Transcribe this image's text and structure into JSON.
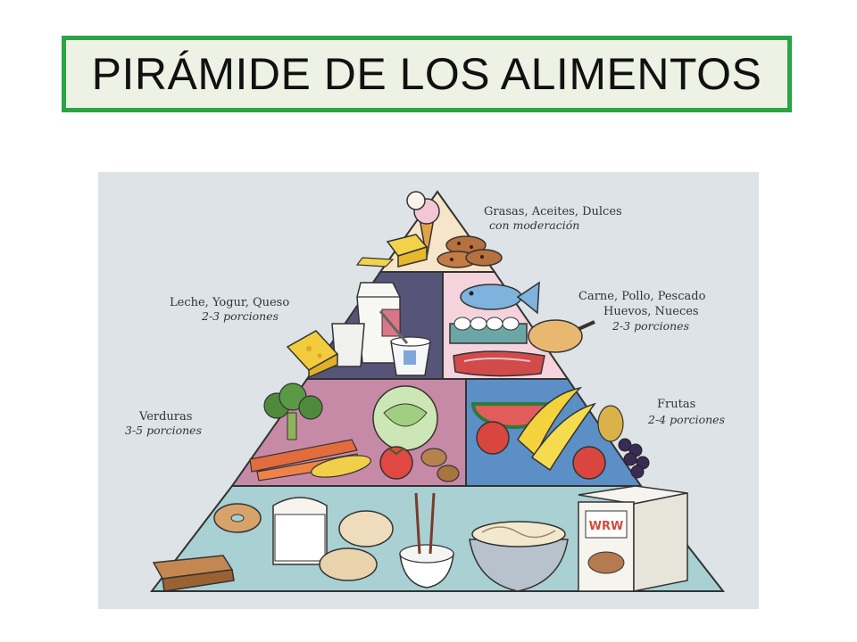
{
  "title": "PIRÁMIDE DE LOS ALIMENTOS",
  "labels": {
    "top": {
      "line1": "Grasas, Aceites, Dulces",
      "line2": "con moderación"
    },
    "dairy": {
      "line1": "Leche, Yogur, Queso",
      "line2": "2-3 porciones"
    },
    "protein": {
      "line1": "Carne, Pollo, Pescado",
      "line2": "Huevos, Nueces",
      "line3": "2-3 porciones"
    },
    "vegetables": {
      "line1": "Verduras",
      "line2": "3-5 porciones"
    },
    "fruits": {
      "line1": "Frutas",
      "line2": "2-4 porciones"
    }
  },
  "colors": {
    "title_border": "#2aa444",
    "title_bg": "#eef2e4",
    "figure_bg": "#dde3e6",
    "tier_top": "#f6e5c8",
    "tier_dairy": "#57547a",
    "tier_protein": "#f4d3dc",
    "tier_veg": "#c78aa6",
    "tier_fruit": "#5c8fc6",
    "tier_grain": "#a9d0d3"
  },
  "cereal_box_text": "WRW"
}
